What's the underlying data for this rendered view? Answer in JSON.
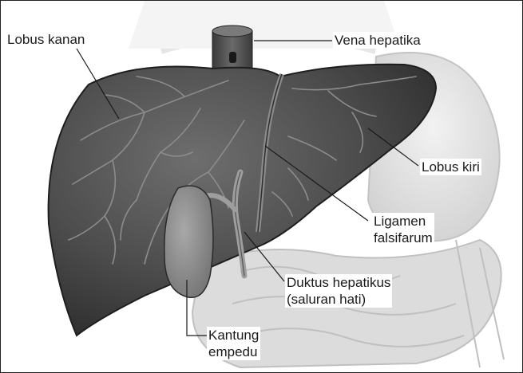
{
  "diagram": {
    "labels": {
      "lobus_kanan": [
        "Lobus kanan"
      ],
      "vena_hepatika": [
        "Vena hepatika"
      ],
      "lobus_kiri": [
        "Lobus kiri"
      ],
      "ligamen_falsifarum": [
        "Ligamen",
        "falsifarum"
      ],
      "duktus_hepatikus": [
        "Duktus hepatikus",
        "(saluran hati)"
      ],
      "kantung_empedu": [
        "Kantung",
        "empedu"
      ]
    }
  }
}
